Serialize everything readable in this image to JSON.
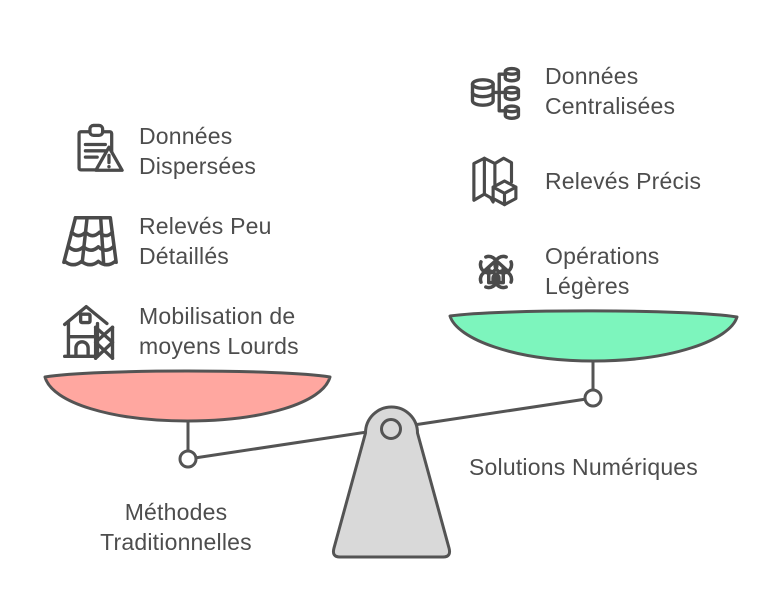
{
  "left_items": [
    {
      "icon": "clipboard-warning-icon",
      "lines": [
        "Données",
        "Dispersées"
      ]
    },
    {
      "icon": "roof-tiles-icon",
      "lines": [
        "Relevés Peu",
        "Détaillés"
      ]
    },
    {
      "icon": "house-scaffold-icon",
      "lines": [
        "Mobilisation de",
        "moyens Lourds"
      ]
    }
  ],
  "right_items": [
    {
      "icon": "centralized-database-icon",
      "lines": [
        "Données",
        "Centralisées"
      ]
    },
    {
      "icon": "map-3d-icon",
      "lines": [
        "Relevés Précis"
      ]
    },
    {
      "icon": "drone-house-icon",
      "lines": [
        "Opérations",
        "Légères"
      ]
    }
  ],
  "scale": {
    "left_label_lines": [
      "Méthodes",
      "Traditionnelles"
    ],
    "right_label": "Solutions Numériques",
    "left_pan_color": "#FFA7A0",
    "right_pan_color": "#7DF5BD",
    "base_color": "#D9D9D9",
    "outline_color": "#545454",
    "text_color": "#4D4D4D"
  }
}
